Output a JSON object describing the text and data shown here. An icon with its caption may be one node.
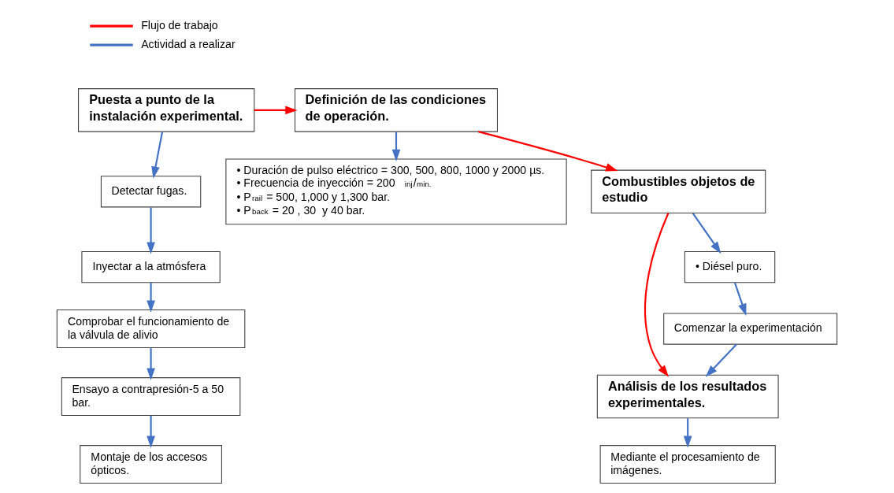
{
  "diagram": {
    "nodes": [
      {
        "text": [
          "Puesta a punto de la instalación experimental."
        ]
      },
      {
        "text": [
          "Detectar fugas."
        ]
      },
      {
        "text": [
          "Inyectar a la atmósfera"
        ]
      },
      {
        "text": [
          "Comprobar el funcionamiento de la válvula de alivio"
        ]
      },
      {
        "text": [
          "Ensayo a contrapresión-5 a 50 bar."
        ]
      },
      {
        "text": [
          "Montaje de los accesos ópticos."
        ]
      },
      {
        "text": [
          "Definición de las condiciones de operación."
        ]
      },
      {
        "text": [
          "• Duración de pulso eléctrico = 300, 500, 800, 1000 y 2000 µs.",
          "• Frecuencia de inyección = 200 $^{inj}$/$_{min.}$",
          "• P$_{rail}$ = 500, 1,000 y 1,300 bar.",
          "• P$_{back}$ = 20 , 30  y 40 bar."
        ]
      },
      {
        "text": [
          "Combustibles objetos de estudio"
        ]
      },
      {
        "text": [
          "Análisis de los resultados experimentales."
        ]
      },
      {
        "text": [
          "• Diésel puro."
        ]
      },
      {
        "text": [
          "Comenzar la experimentación"
        ]
      },
      {
        "text": [
          "Mediante el procesamiento de imágenes."
        ]
      }
    ],
    "edges": [
      {
        "from": 0,
        "to": 6,
        "arrow": "to",
        "color": "#ff0000"
      },
      {
        "from": 0,
        "to": 1,
        "arrow": "to"
      },
      {
        "from": 1,
        "to": 2,
        "arrow": "to"
      },
      {
        "from": 2,
        "to": 3,
        "arrow": "to"
      },
      {
        "from": 3,
        "to": 4,
        "arrow": "to"
      },
      {
        "from": 4,
        "to": 5,
        "arrow": "to"
      },
      {
        "from": 6,
        "to": 7,
        "arrow": "to"
      },
      {
        "from": 6,
        "to": 8,
        "arrow": "to",
        "color": "#ff0000"
      },
      {
        "from": 8,
        "to": 9,
        "arrow": "to",
        "color": "#ff0000"
      },
      {
        "from": 8,
        "to": 10,
        "arrow": "to"
      },
      {
        "from": 10,
        "to": 11,
        "arrow": "to"
      },
      {
        "from": 11,
        "to": 9,
        "arrow": "to"
      },
      {
        "from": 9,
        "to": 12,
        "arrow": "to"
      }
    ],
    "legend": [
      {
        "text": "Flujo de trabajo",
        "color": "#ff0000"
      },
      {
        "text": "Actividad a realizar",
        "color": "#4472c4"
      }
    ]
  }
}
